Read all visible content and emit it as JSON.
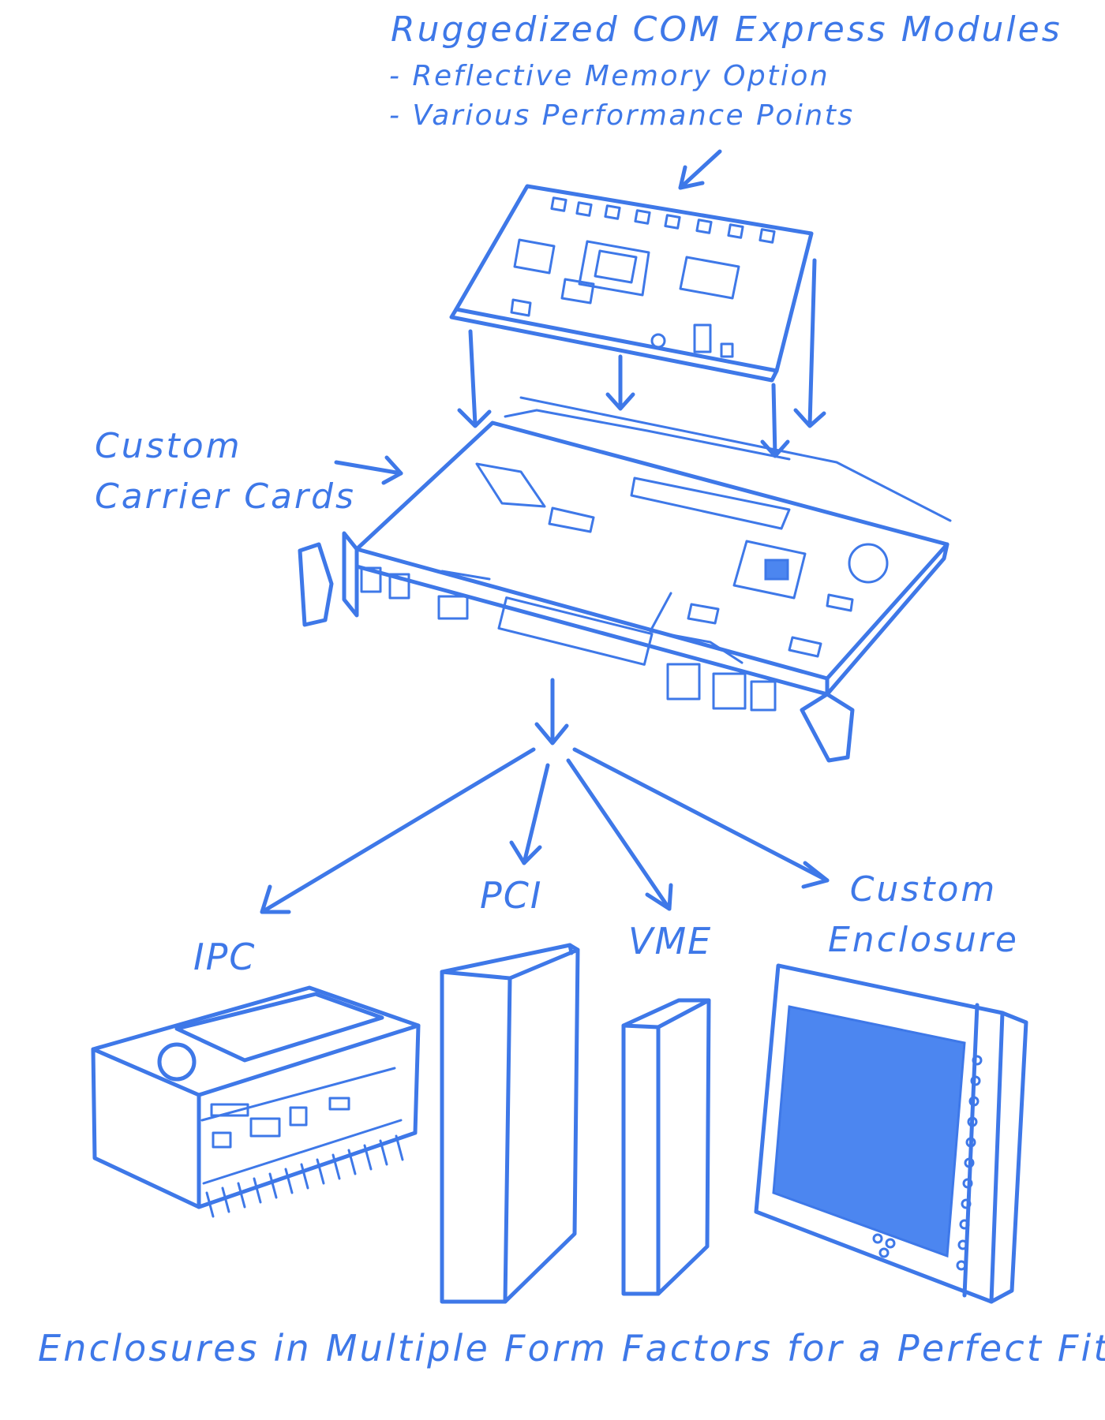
{
  "header": {
    "title": "Ruggedized COM Express Modules",
    "bullet_1": "- Reflective Memory Option",
    "bullet_2": "- Various Performance Points"
  },
  "carrier": {
    "label": "Custom Carrier Cards"
  },
  "form_factors": {
    "ipc": "IPC",
    "pci": "PCI",
    "vme": "VME",
    "custom": "Custom Enclosure"
  },
  "footer": {
    "tagline": "Enclosures in Multiple Form Factors for a Perfect Fit"
  },
  "colors": {
    "accent": "#3e78e8",
    "fill": "#4c86f0",
    "background": "#ffffff"
  }
}
